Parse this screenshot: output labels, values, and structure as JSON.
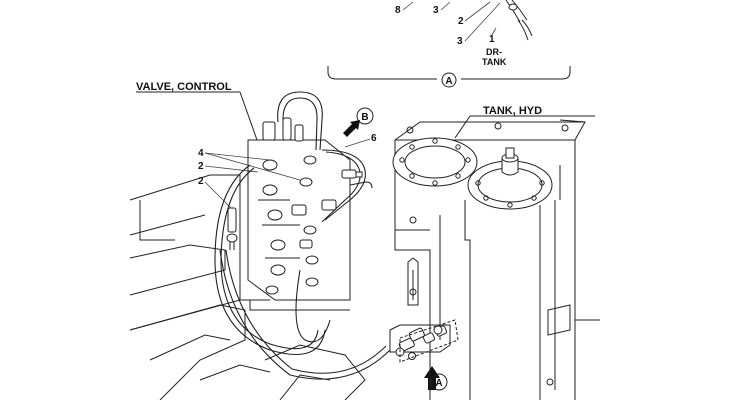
{
  "detail": {
    "labels": {
      "n8": "8",
      "n3a": "3",
      "n2": "2",
      "n3b": "3",
      "n1": "1"
    },
    "dr_tank": [
      "DR-",
      "TANK"
    ],
    "view_marker": "A"
  },
  "callouts": {
    "valve_control": "VALVE, CONTROL",
    "tank_hyd": "TANK, HYD",
    "view_b": "B",
    "view_a": "A",
    "n6": "6",
    "n4": "4",
    "n2a": "2",
    "n2b": "2"
  }
}
